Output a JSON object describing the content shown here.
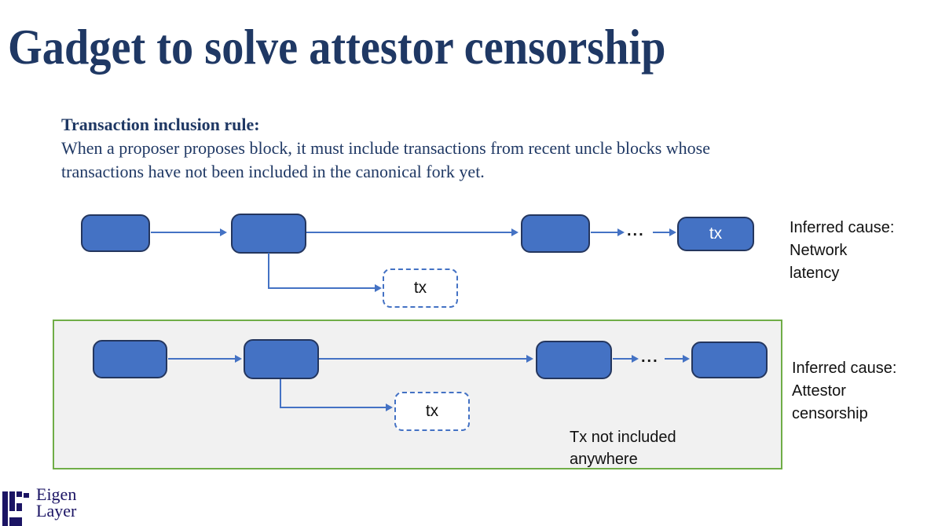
{
  "slide": {
    "title": "Gadget to solve attestor censorship",
    "rule": {
      "heading": "Transaction inclusion rule:",
      "body": "When a proposer proposes block, it must include transactions from recent uncle blocks whose\ntransactions have not been included in the canonical fork yet."
    }
  },
  "diagram_network_latency": {
    "chain_tip_label": "tx",
    "uncle_block_label": "tx",
    "ellipsis": "...",
    "caption": "Inferred cause:\nNetwork\nlatency"
  },
  "diagram_attestor_censorship": {
    "uncle_block_label": "tx",
    "ellipsis": "...",
    "note": "Tx not included\nanywhere",
    "caption": "Inferred cause:\nAttestor\ncensorship"
  },
  "logo": {
    "line1": "Eigen",
    "line2": "Layer"
  },
  "colors": {
    "block_fill": "#4472C4",
    "block_border": "#24365E",
    "arrow": "#4472C4",
    "green_border": "#70AD47",
    "box_fill": "#F1F1F1",
    "navy": "#1F3864",
    "ink": "#111111",
    "logo": "#1B1464"
  }
}
